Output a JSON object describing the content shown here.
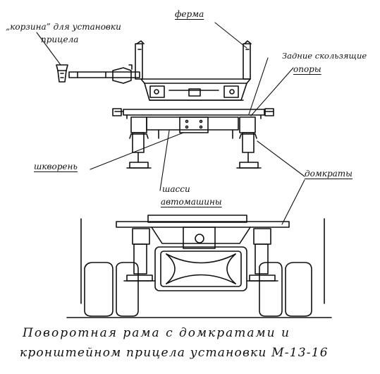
{
  "labels": {
    "basket_line1": "„корзина” для установки",
    "basket_line2": "прицела",
    "truss": "ферма",
    "rear_supports_line1": "Задние скользящие",
    "rear_supports_line2": "опоры",
    "kingpin": "шкворень",
    "chassis_line1": "шасси",
    "chassis_line2": "автомашины",
    "jacks": "домкраты"
  },
  "caption": {
    "line1": "Поворотная рама с домкратами и",
    "line2": "кронштейном прицела установки М-13-16"
  },
  "colors": {
    "ink": "#111111",
    "paper": "#ffffff"
  }
}
